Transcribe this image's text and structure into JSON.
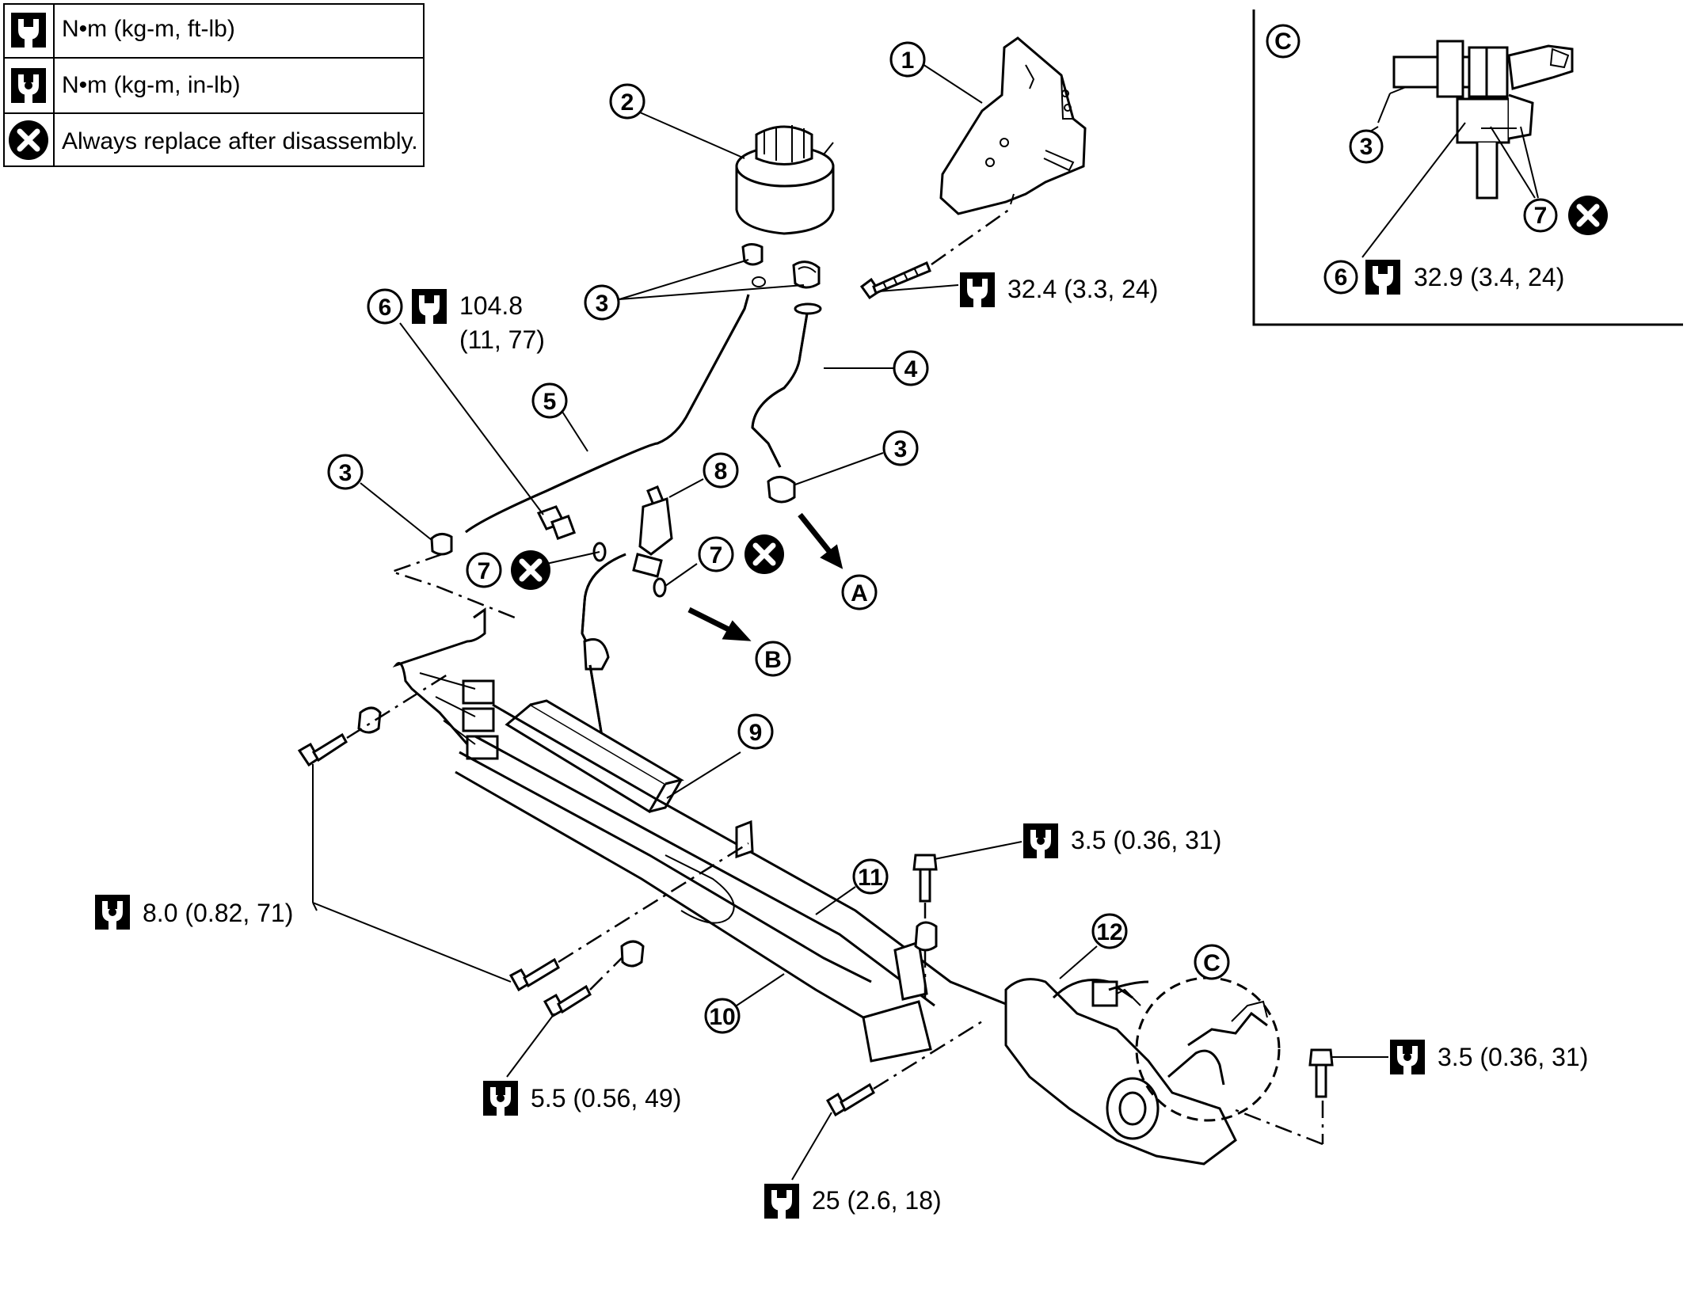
{
  "legend": {
    "rows": [
      {
        "icon": "torque-ftlb-icon",
        "text": "N•m (kg-m, ft-lb)"
      },
      {
        "icon": "torque-inlb-icon",
        "text": "N•m (kg-m, in-lb)"
      },
      {
        "icon": "replace-icon",
        "text": "Always replace after disassembly."
      }
    ]
  },
  "callouts": {
    "c1": "1",
    "c2": "2",
    "c3": "3",
    "c4": "4",
    "c5": "5",
    "c6": "6",
    "c7": "7",
    "c8": "8",
    "c9": "9",
    "c10": "10",
    "c11": "11",
    "c12": "12",
    "ref_a": "A",
    "ref_b": "B",
    "ref_c": "C"
  },
  "torques": {
    "t_104_line1": "104.8",
    "t_104_line2": "(11, 77)",
    "t_32_4": "32.4 (3.3, 24)",
    "t_32_9": "32.9 (3.4, 24)",
    "t_3_5_top": "3.5 (0.36, 31)",
    "t_8_0": "8.0 (0.82, 71)",
    "t_5_5": "5.5 (0.56, 49)",
    "t_25": "25 (2.6, 18)",
    "t_3_5_right": "3.5 (0.36, 31)"
  },
  "colors": {
    "line": "#000000",
    "background": "#ffffff"
  }
}
